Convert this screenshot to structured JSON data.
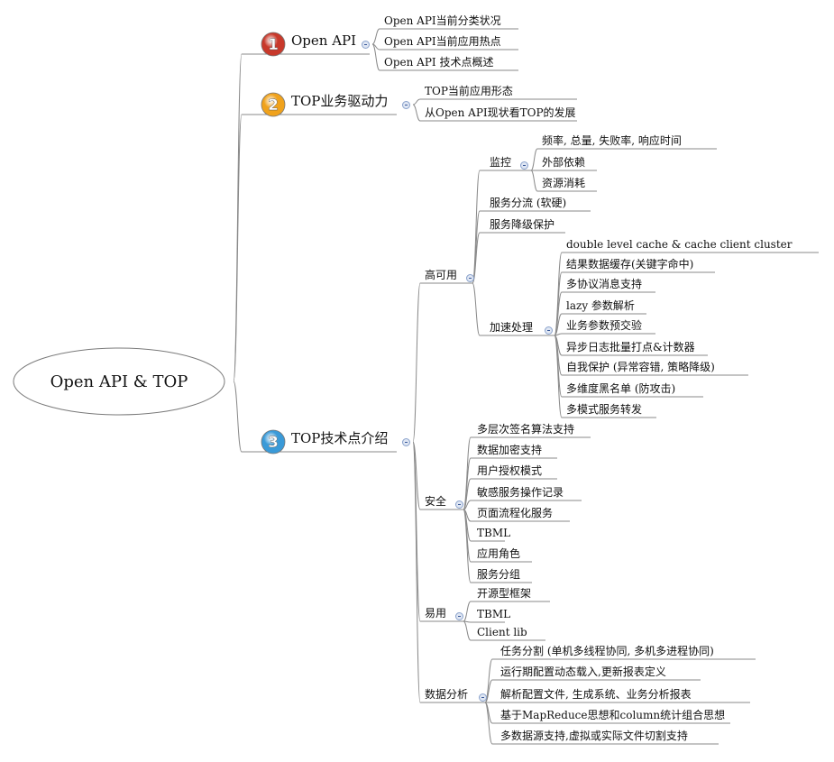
{
  "root": "Open API & TOP",
  "branches": [
    {
      "number": "1",
      "label": "Open API",
      "color": "#c8392b",
      "children": [
        {
          "label": "Open API当前分类状况"
        },
        {
          "label": "Open API当前应用热点"
        },
        {
          "label": "Open API 技术点概述"
        }
      ]
    },
    {
      "number": "2",
      "label": "TOP业务驱动力",
      "color": "#f0a21c",
      "children": [
        {
          "label": "TOP当前应用形态"
        },
        {
          "label": "从Open API现状看TOP的发展"
        }
      ]
    },
    {
      "number": "3",
      "label": "TOP技术点介绍",
      "color": "#3a9ad8",
      "children": [
        {
          "label": "高可用",
          "children": [
            {
              "label": "监控",
              "children": [
                {
                  "label": "频率, 总量, 失败率, 响应时间"
                },
                {
                  "label": "外部依赖"
                },
                {
                  "label": "资源消耗"
                }
              ]
            },
            {
              "label": "服务分流 (软硬)"
            },
            {
              "label": "服务降级保护"
            },
            {
              "label": "加速处理",
              "children": [
                {
                  "label": "double level cache & cache client cluster"
                },
                {
                  "label": "结果数据缓存(关键字命中)"
                },
                {
                  "label": "多协议消息支持"
                },
                {
                  "label": "lazy 参数解析"
                },
                {
                  "label": "业务参数预交验"
                },
                {
                  "label": "异步日志批量打点&计数器"
                },
                {
                  "label": "自我保护 (异常容错, 策略降级)"
                },
                {
                  "label": "多维度黑名单 (防攻击)"
                },
                {
                  "label": "多模式服务转发"
                }
              ]
            }
          ]
        },
        {
          "label": "安全",
          "children": [
            {
              "label": "多层次签名算法支持"
            },
            {
              "label": "数据加密支持"
            },
            {
              "label": "用户授权模式"
            },
            {
              "label": "敏感服务操作记录"
            },
            {
              "label": "页面流程化服务"
            },
            {
              "label": "TBML"
            },
            {
              "label": "应用角色"
            },
            {
              "label": "服务分组"
            }
          ]
        },
        {
          "label": "易用",
          "children": [
            {
              "label": "开源型框架"
            },
            {
              "label": "TBML"
            },
            {
              "label": "Client lib"
            }
          ]
        },
        {
          "label": "数据分析",
          "children": [
            {
              "label": "任务分割 (单机多线程协同, 多机多进程协同)"
            },
            {
              "label": "运行期配置动态载入,更新报表定义"
            },
            {
              "label": "解析配置文件, 生成系统、业务分析报表"
            },
            {
              "label": "基于MapReduce思想和column统计组合思想"
            },
            {
              "label": "多数据源支持,虚拟或实际文件切割支持"
            }
          ]
        }
      ]
    }
  ]
}
